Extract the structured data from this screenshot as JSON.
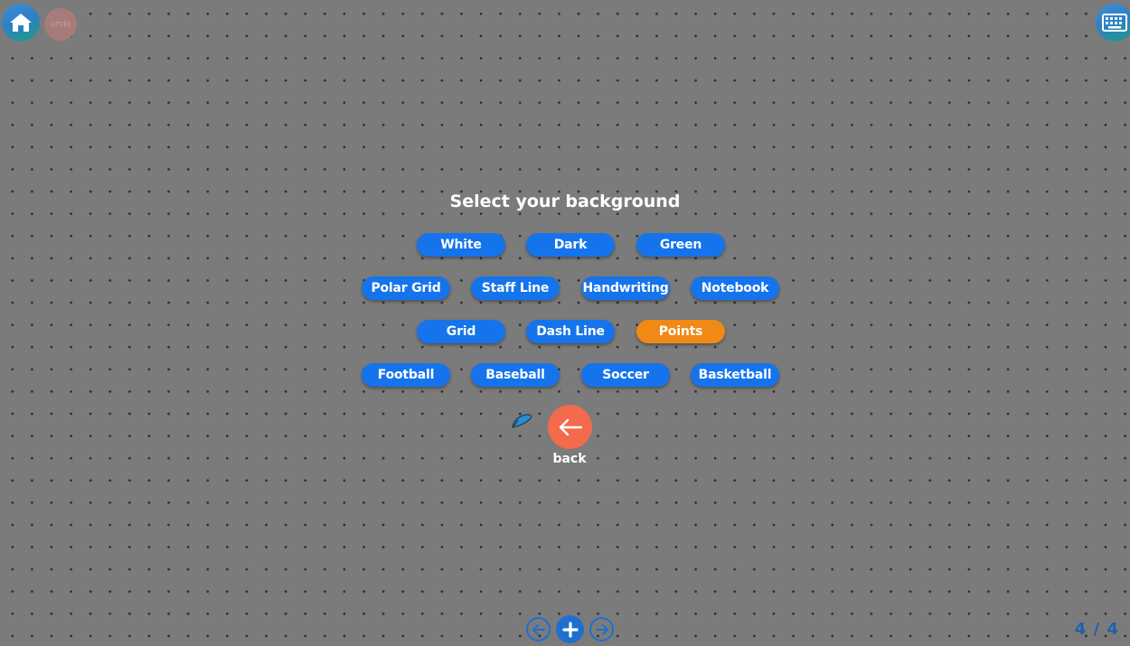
{
  "topbar": {
    "undo_label": "undo"
  },
  "panel": {
    "title": "Select your background",
    "rows": [
      [
        {
          "label": "White",
          "selected": false
        },
        {
          "label": "Dark",
          "selected": false
        },
        {
          "label": "Green",
          "selected": false
        }
      ],
      [
        {
          "label": "Polar Grid",
          "selected": false
        },
        {
          "label": "Staff Line",
          "selected": false
        },
        {
          "label": "Handwriting",
          "selected": false
        },
        {
          "label": "Notebook",
          "selected": false
        }
      ],
      [
        {
          "label": "Grid",
          "selected": false
        },
        {
          "label": "Dash Line",
          "selected": false
        },
        {
          "label": "Points",
          "selected": true
        }
      ],
      [
        {
          "label": "Football",
          "selected": false
        },
        {
          "label": "Baseball",
          "selected": false
        },
        {
          "label": "Soccer",
          "selected": false
        },
        {
          "label": "Basketball",
          "selected": false
        }
      ]
    ],
    "back_label": "back"
  },
  "pagination": {
    "current": "4",
    "separator": "/",
    "total": "4"
  },
  "colors": {
    "button_blue": "#1574ec",
    "button_selected": "#f18915",
    "back_button": "#f36a4c",
    "background": "#7b7b7b"
  }
}
